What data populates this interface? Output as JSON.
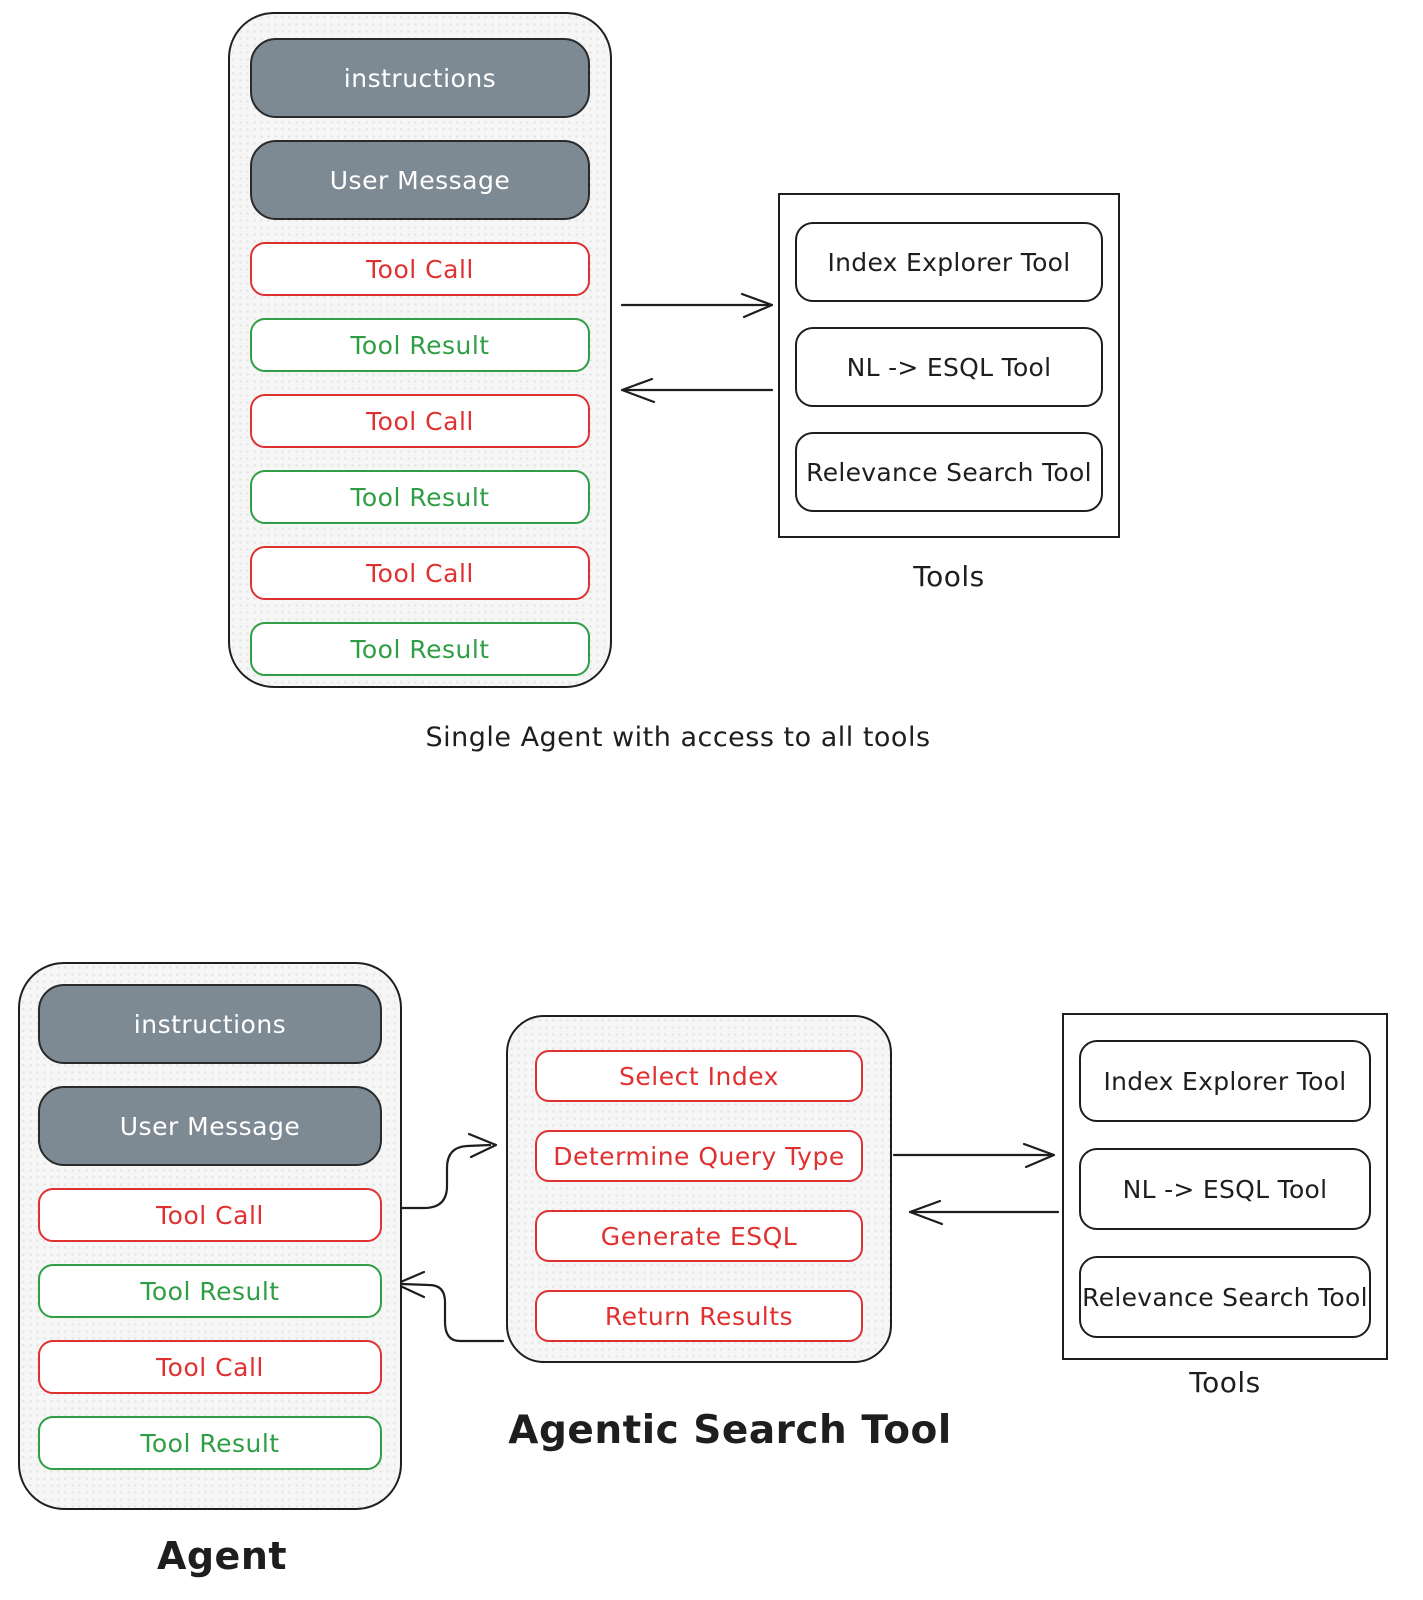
{
  "colors": {
    "ink": "#1e1e1e",
    "red": "#e03131",
    "green": "#2f9e44",
    "slate": "#7e8a93",
    "panel": "#f5f6f5",
    "white": "#ffffff"
  },
  "top_section": {
    "agent": {
      "messages": [
        {
          "label": "instructions",
          "kind": "system"
        },
        {
          "label": "User Message",
          "kind": "system"
        },
        {
          "label": "Tool Call",
          "kind": "tool-call"
        },
        {
          "label": "Tool Result",
          "kind": "tool-result"
        },
        {
          "label": "Tool Call",
          "kind": "tool-call"
        },
        {
          "label": "Tool Result",
          "kind": "tool-result"
        },
        {
          "label": "Tool Call",
          "kind": "tool-call"
        },
        {
          "label": "Tool Result",
          "kind": "tool-result"
        }
      ]
    },
    "tools": {
      "items": [
        {
          "label": "Index Explorer Tool"
        },
        {
          "label": "NL -> ESQL Tool"
        },
        {
          "label": "Relevance Search Tool"
        }
      ],
      "caption": "Tools"
    },
    "caption": "Single Agent with access to all tools"
  },
  "bottom_section": {
    "agent": {
      "messages": [
        {
          "label": "instructions",
          "kind": "system"
        },
        {
          "label": "User Message",
          "kind": "system"
        },
        {
          "label": "Tool Call",
          "kind": "tool-call"
        },
        {
          "label": "Tool Result",
          "kind": "tool-result"
        },
        {
          "label": "Tool Call",
          "kind": "tool-call"
        },
        {
          "label": "Tool Result",
          "kind": "tool-result"
        }
      ],
      "caption": "Agent"
    },
    "agentic_search_tool": {
      "steps": [
        {
          "label": "Select Index"
        },
        {
          "label": "Determine Query Type"
        },
        {
          "label": "Generate ESQL"
        },
        {
          "label": "Return Results"
        }
      ],
      "caption": "Agentic Search Tool"
    },
    "tools": {
      "items": [
        {
          "label": "Index Explorer Tool"
        },
        {
          "label": "NL -> ESQL Tool"
        },
        {
          "label": "Relevance Search Tool"
        }
      ],
      "caption": "Tools"
    }
  }
}
